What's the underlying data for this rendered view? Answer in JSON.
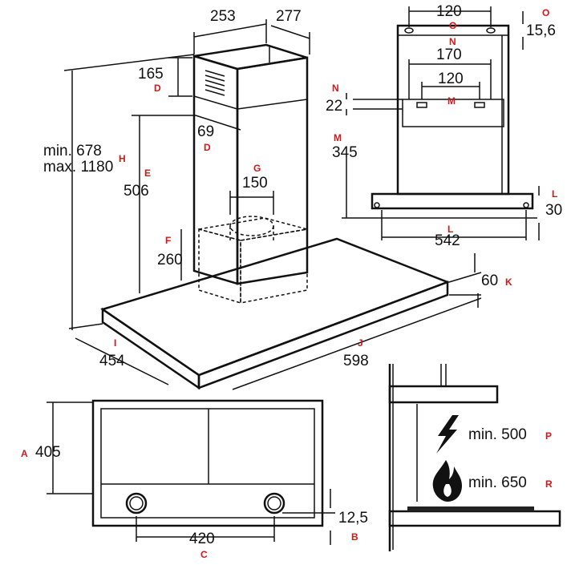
{
  "dimensions": {
    "chimney_width": "253",
    "chimney_depth": "277",
    "vent_height": "165",
    "vent_offset": "69",
    "total_height_min": "min. 678",
    "total_height_max": "max. 1180",
    "chimney_lower": "506",
    "outlet_diameter": "150",
    "box_height": "260",
    "canopy_thickness": "60",
    "canopy_depth": "454",
    "canopy_width": "598",
    "bracket_width": "120",
    "bracket_height": "15,6",
    "bracket_span": "170",
    "bracket2_width": "120",
    "bracket2_gap": "22",
    "bracket2_height": "345",
    "hood_width": "542",
    "hood_edge": "30",
    "bottom_depth": "405",
    "bottom_edge": "12,5",
    "light_spacing": "420",
    "min_electric": "min. 500",
    "min_gas": "min. 650"
  },
  "labels": {
    "A": "A",
    "B": "B",
    "C": "C",
    "D": "D",
    "E": "E",
    "F": "F",
    "G": "G",
    "H": "H",
    "I": "I",
    "J": "J",
    "K": "K",
    "L": "L",
    "M": "M",
    "N": "N",
    "O": "O",
    "P": "P",
    "R": "R"
  },
  "icons": {
    "electric": "lightning-icon",
    "gas": "flame-icon"
  }
}
